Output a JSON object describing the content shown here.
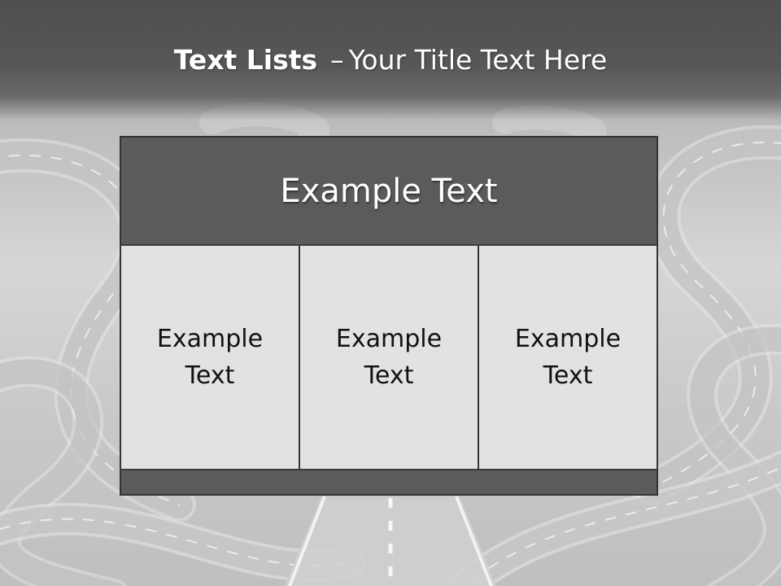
{
  "slide": {
    "title_bold": "Text Lists",
    "title_dash": "–",
    "title_rest": "Your Title Text Here"
  },
  "panel": {
    "header": "Example Text",
    "columns": [
      {
        "text": "Example Text"
      },
      {
        "text": "Example Text"
      },
      {
        "text": "Example Text"
      }
    ]
  },
  "colors": {
    "title_band": "#575757",
    "panel_header": "#5b5b5b",
    "panel_cell": "#e2e2e2",
    "panel_border": "#333333"
  },
  "icons": {
    "background": "winding-roads-illustration"
  }
}
